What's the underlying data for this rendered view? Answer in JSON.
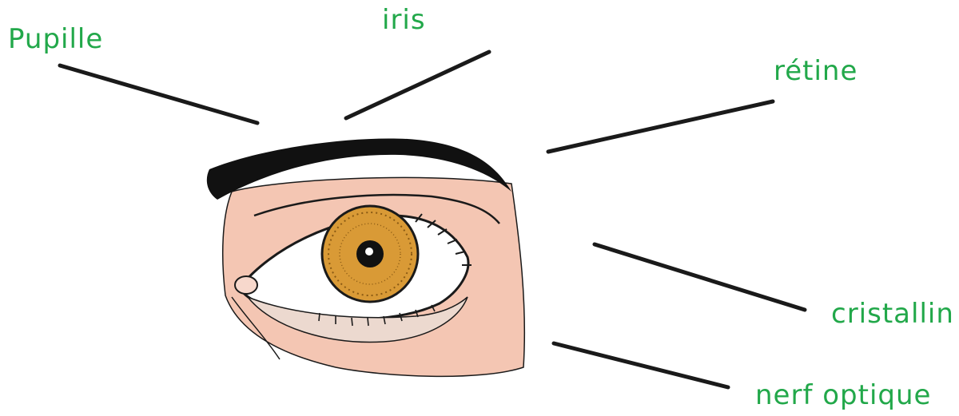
{
  "colors": {
    "label": "#22a84a",
    "line": "#1a1a1a",
    "skin": "#f4c6b3",
    "skin_shadow": "#e8b09c",
    "iris": "#d99a36",
    "iris_dark": "#8a5a14",
    "eyebrow": "#111111",
    "sclera": "#ffffff"
  },
  "labels": {
    "pupille": "Pupille",
    "iris": "iris",
    "retine": "rétine",
    "cristallin": "cristallin",
    "nerf_optique": "nerf optique"
  }
}
